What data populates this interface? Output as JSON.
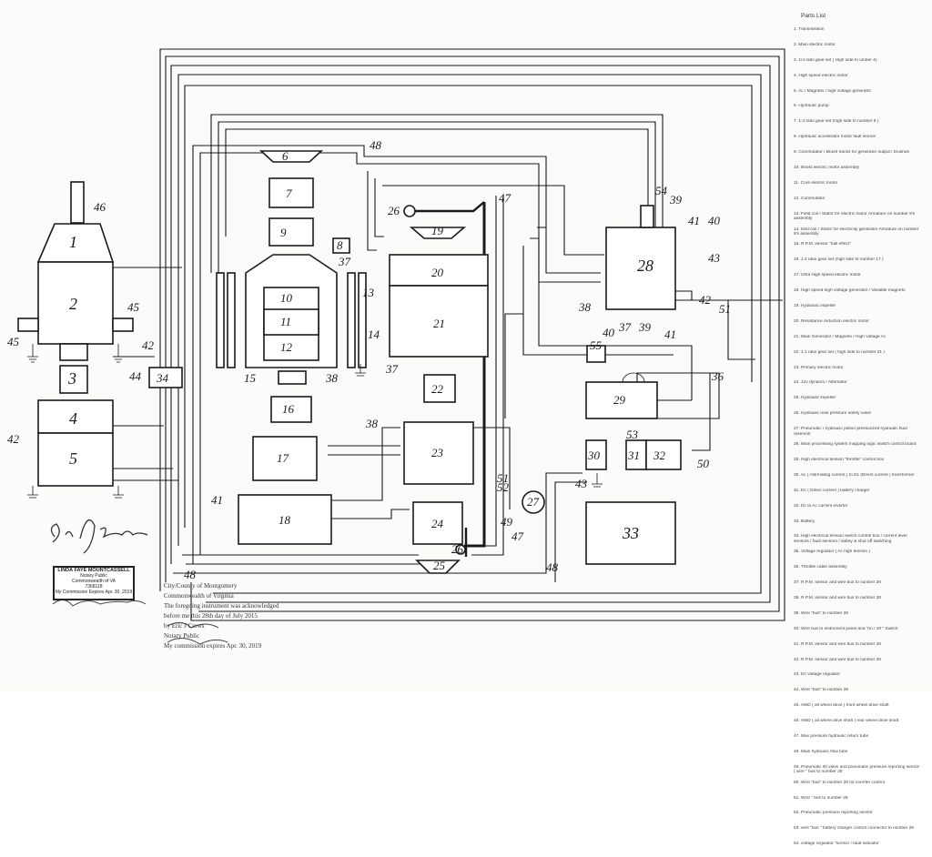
{
  "parts_list": {
    "title": "Parts List",
    "items": [
      "1. Transmission",
      "2. Main electric motor",
      "3. 1/4 ratio gear set ( High side to umber 4)",
      "4. High speed electric motor",
      "5. Ac / Magneto / high voltage generator",
      "6. Hydraulic pump",
      "7. 1:4 ratio gear set (high side to number 6 )",
      "8. Hydraulic accelerator motor fault sensor",
      "9. Commutator / Brush tracks for generator output / brushes",
      "10. Boost electric motor assembly",
      "11. Core electric motor",
      "12. Commutator",
      "13. Field coil / Stator for electric motor Armature on number 9's assembly",
      "14. field coil / Stator for electricity generator Armature on number 9's assembly",
      "15. R.P.M. sensor \"hall effect\"",
      "16. 1:4 ratio gear set (high side to number 17 )",
      "17. Ultra High speed electric motor",
      "18. High speed high voltage generator / Variable magneto",
      "19. Hydraulic impeller",
      "20. Resistance reduction electric motor",
      "21. Main Generator / Magneto / High voltage Ac",
      "22. 1:1 ratio gear set ( high side to number 21 )",
      "23. Primary electric motor",
      "24. 12v dynamo / Alternator",
      "25. Hydraulic impeller",
      "26. Hydraulic max pressure safety valve",
      "27. Pneumatic / hydraulic piston pressurized hydraulic fluid reservoir",
      "28. Main processing system mapping logic switch control board",
      "29. High electrical tension \"throttle\" control box",
      "30. Ac ( Alternating current ) to Dc (Direct current ) transformer",
      "31. Dc ( Direct current ) battery charger",
      "32. Dc to Ac current inverter",
      "33. Battery",
      "34. High electrical tension switch control box / current level sensors / fault sensors / safety & shut off switching",
      "35. Voltage regulator ( Ac high tension )",
      "36. Throttle cable assembly",
      "37. R.P.M. sensor and wire bus to number 28",
      "38. R.P.M. sensor and wire bus to number 28",
      "39. Wire \"bus\" to number 28",
      "40. Wire bus to instrument panel and \"on / off \" Switch",
      "41. R.P.M. sensor and wire bus to number 28",
      "42. R.P.M. sensor and wire bus to number 28",
      "43. Dc voltage regulator",
      "44. Wire \"bus\" to number 28",
      "45. AWD ( all wheel drive ) front wheel drive shaft",
      "46. AWD ( all wheel drive shaft ) rear wheel drive shaft",
      "47. Max pressure hydraulic return tube",
      "48. Main hydraulic flow tube",
      "49. Pneumatic lift valve and pneumatic pressure reporting sensor ( wire \" bus to number 28",
      "50. Wire \"bus\" to number 28 for inverter control",
      "51. Wire \" bus to number 28",
      "52. Pneumatic pressure reporting sensor",
      "53. wire \"bus \" battery charger control connector to number 28",
      "54. voltage regulator \"sensor / fault indicator"
    ]
  },
  "components": {
    "c1": "1",
    "c2": "2",
    "c3": "3",
    "c4": "4",
    "c5": "5",
    "c6": "6",
    "c7": "7",
    "c8": "8",
    "c9": "9",
    "c10": "10",
    "c11": "11",
    "c12": "12",
    "c13": "13",
    "c14": "14",
    "c15": "15",
    "c16": "16",
    "c17": "17",
    "c18": "18",
    "c19": "19",
    "c20": "20",
    "c21": "21",
    "c22": "22",
    "c23": "23",
    "c24": "24",
    "c25": "25",
    "c26": "26",
    "c27": "27",
    "c28": "28",
    "c29": "29",
    "c30": "30",
    "c31": "31",
    "c32": "32",
    "c33": "33",
    "c34": "34",
    "c36": "36",
    "c37": "37",
    "c38": "38",
    "c39": "39",
    "c40": "40",
    "c41": "41",
    "c42": "42",
    "c43": "43",
    "c44": "44",
    "c45": "45",
    "c46": "46",
    "c47": "47",
    "c48": "48",
    "c49": "49",
    "c50": "50",
    "c51": "51",
    "c52": "52",
    "c53": "53",
    "c54": "54",
    "c55": "55"
  },
  "notary": {
    "stamp_name": "LINDA FAYE MOUNTCASSELL",
    "stamp_title": "Notary Public",
    "stamp_state": "Commonwealth of VA",
    "stamp_number": "7368118",
    "stamp_expiry": "My Commission Expires Apr. 30, 2019",
    "county_line": "City/County of Montgomery",
    "commonwealth_line": "Commonwealth of Virginia",
    "ack_line1": "The foregoing instrument was acknowledged",
    "ack_line2": "before me this 28th day of July 2015",
    "by_line": "by Eric J Crews",
    "notary_public_line": "Notary Public",
    "expires_line": "My commission expires Apr. 30, 2019"
  }
}
